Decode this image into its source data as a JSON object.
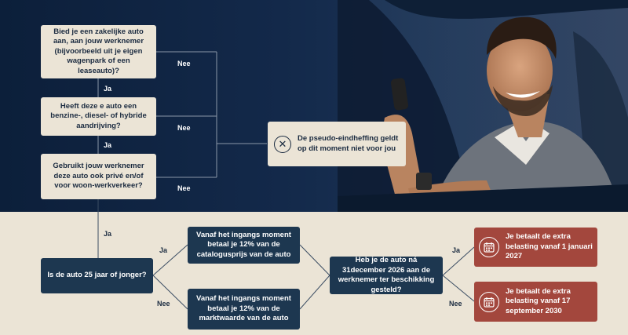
{
  "questions": {
    "q1": "Bied je een zakelijke auto aan, aan jouw werknemer (bijvoorbeeld uit je eigen wagenpark of een leaseauto)?",
    "q2": "Heeft deze e auto een benzine-, diesel- of hybride aandrijving?",
    "q3": "Gebruikt jouw werknemer deze auto ook privé en/of voor woon-werkverkeer?",
    "q4": "Is de auto 25 jaar of jonger?",
    "q5": "Heb je de auto ná 31december 2026 aan de werknemer ter beschikking gesteld?"
  },
  "results": {
    "not_applicable": "De pseudo-eindheffing geldt op dit moment niet voor jou",
    "catalog": "Vanaf het ingangs moment betaal je 12% van de catalogusprijs van de auto",
    "market": "Vanaf het ingangs moment betaal je 12% van de marktwaarde van de auto",
    "date_2027": "Je betaalt de extra belasting vanaf 1 januari 2027",
    "date_2030": "Je betaalt de extra belasting vanaf 17 september 2030"
  },
  "labels": {
    "ja": "Ja",
    "nee": "Nee"
  },
  "icons": {
    "not_applicable": "x-circle-icon",
    "date": "calendar-icon"
  },
  "colors": {
    "navy_bg": "#13294a",
    "beige": "#ebe4d6",
    "box_navy": "#1d3750",
    "box_red": "#a3473d"
  }
}
